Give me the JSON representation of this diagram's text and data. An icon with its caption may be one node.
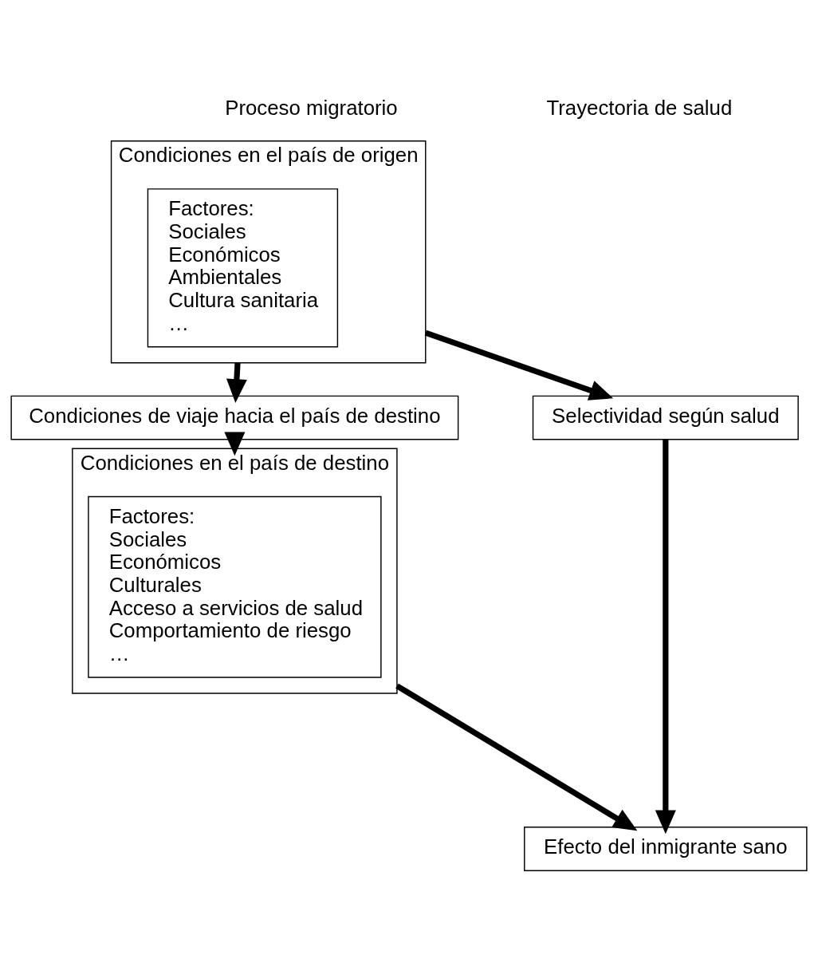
{
  "diagram": {
    "nodes": [
      {
        "text": [
          "Condiciones en el país de origen"
        ]
      },
      {
        "text": [
          "Factores:",
          "Sociales",
          "Económicos",
          "Ambientales",
          "Cultura sanitaria",
          "…"
        ],
        "in": 0
      },
      {
        "text": [
          "Condiciones de viaje hacia el país de destino"
        ]
      },
      {
        "text": [
          "Condiciones en el país de destino"
        ]
      },
      {
        "text": [
          "Factores:",
          "Sociales",
          "Económicos",
          "Culturales",
          "Acceso a servicios de salud",
          "Comportamiento de riesgo",
          "…"
        ],
        "in": 3
      },
      {
        "text": [
          "Selectividad según salud"
        ]
      },
      {
        "text": [
          "Efecto del inmigrante sano"
        ]
      }
    ],
    "edges": [
      {
        "from": 0,
        "to": 5,
        "arrow": "to"
      },
      {
        "from": 0,
        "to": 2,
        "arrow": "to"
      },
      {
        "from": 2,
        "to": 3,
        "arrow": "to"
      },
      {
        "from": 5,
        "to": 6,
        "arrow": "to"
      },
      {
        "from": 3,
        "to": 6,
        "arrow": "to"
      }
    ],
    "labels": [
      "Proceso migratorio",
      "Trayectoria de salud"
    ]
  }
}
